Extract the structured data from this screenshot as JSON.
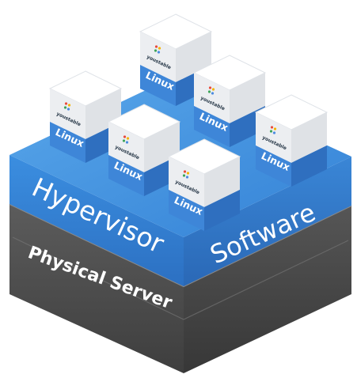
{
  "layers": {
    "hypervisor_word": "Hypervisor",
    "software_word": "Software",
    "physical_server": "Physical Server"
  },
  "vms": [
    {
      "os": "Linux",
      "logo": "youstable"
    },
    {
      "os": "Linux",
      "logo": "youstable"
    },
    {
      "os": "Linux",
      "logo": "youstable"
    },
    {
      "os": "Linux",
      "logo": "youstable"
    },
    {
      "os": "Linux",
      "logo": "youstable"
    },
    {
      "os": "Linux",
      "logo": "youstable"
    }
  ],
  "colors": {
    "hypervisor_blue": "#3d8fdc",
    "hypervisor_dark": "#2f74c0",
    "server_dark": "#4a4a4a",
    "server_light": "#6a6a6a",
    "vm_top": "#ffffff",
    "vm_body": "#e9ebee",
    "vm_band": "#3b7fcf"
  }
}
